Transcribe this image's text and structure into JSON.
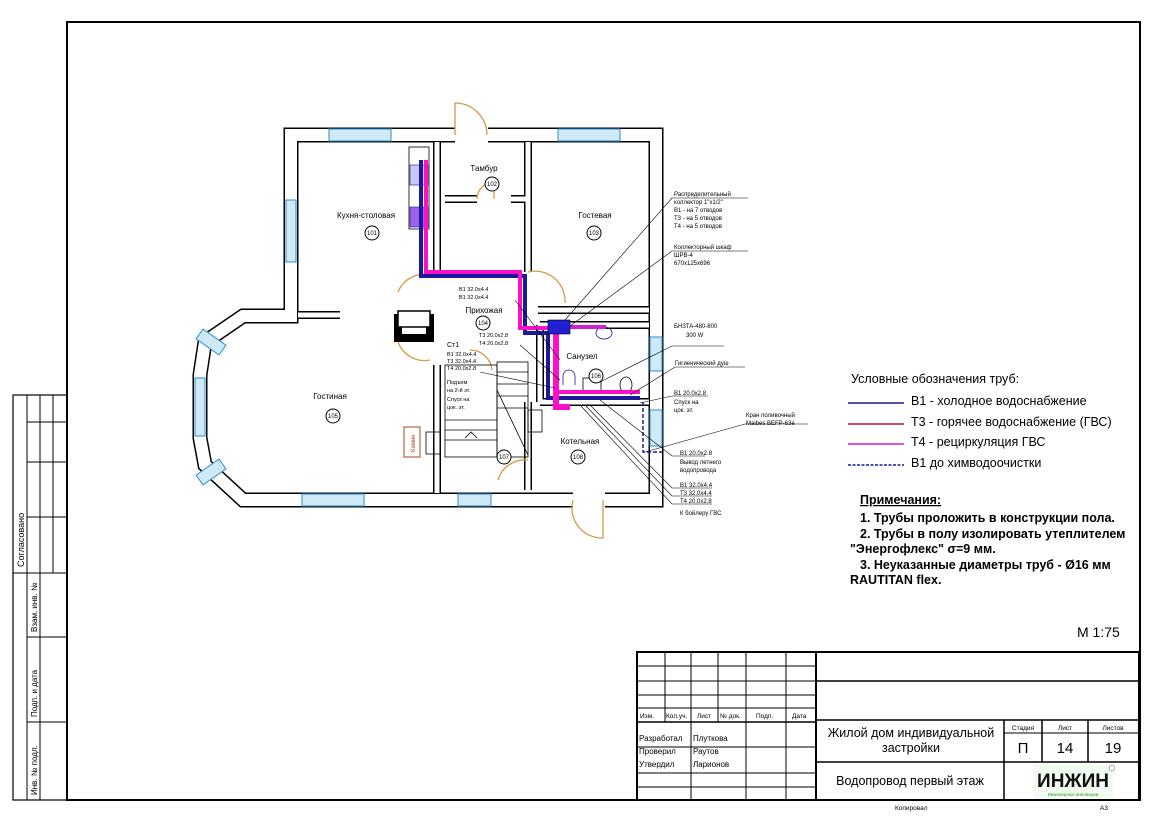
{
  "rooms": [
    {
      "name": "Кухня-столовая",
      "num": "101"
    },
    {
      "name": "Тамбур",
      "num": "102"
    },
    {
      "name": "Гостевая",
      "num": "103"
    },
    {
      "name": "Прихожая",
      "num": "104"
    },
    {
      "name": "Гостиная",
      "num": "105"
    },
    {
      "name": "Санузел",
      "num": "106"
    },
    {
      "name": "",
      "num": "107"
    },
    {
      "name": "Котельная",
      "num": "108"
    }
  ],
  "fireplace": "Камин",
  "stair_note": [
    "Подъем",
    "на 2-й эт.",
    "Спуск на",
    "цок. эт."
  ],
  "riser": {
    "name": "Ст1",
    "lines": [
      "В1 32.0х4.4",
      "Т3 32.0х4.4",
      "Т4 20.0х2.8"
    ]
  },
  "hall_labels": [
    "В1 32.0х4.4",
    "В1 32.0х4.4",
    "Т3 20.0х2.8",
    "Т4 20.0х2.8"
  ],
  "callouts": {
    "collector": [
      "Распределительный",
      "коллектор 1\"х1/2\"",
      "В1 - на 7 отводов",
      "Т3 - на 5 отводов",
      "Т4 - на 5 отводов"
    ],
    "cabinet": [
      "Коллекторный шкаф",
      "ШРВ-4",
      "670х125х696"
    ],
    "towel": [
      "БНЗТА-480-800",
      "300 W"
    ],
    "shower": [
      "Гигиенический душ"
    ],
    "down": [
      "В1 20.0х2.8",
      "Спуск на",
      "цок. эт."
    ],
    "tap": [
      "Кран поливочный",
      "Maibes BEFP-63e"
    ],
    "summer": [
      "В1 20.0х2.8",
      "Вывод летнего",
      "водопровода"
    ],
    "boiler": [
      "В1 32.0х4.4",
      "Т3 32.0х4.4",
      "Т4 20.0х2.8",
      "К бойлеру ГВС"
    ]
  },
  "legend": {
    "title": "Условные обозначения  труб:",
    "items": [
      {
        "label": "В1 - холодное водоснабжение",
        "color": "#1a1a9a",
        "dash": false
      },
      {
        "label": "Т3 - горячее водоснабжение (ГВС)",
        "color": "#c0102a",
        "dash": false
      },
      {
        "label": "Т4 - рециркуляция ГВС",
        "color": "#d020d0",
        "dash": false
      },
      {
        "label": "В1 до химводоочистки",
        "color": "#1a1a9a",
        "dash": true
      }
    ]
  },
  "notes": {
    "title": "Примечания:",
    "lines": [
      "1. Трубы проложить в конструкции пола.",
      "2. Трубы в полу изолировать утеплителем",
      "\"Энергофлекс\" σ=9 мм.",
      "3. Неуказанные диаметры труб - Ø16 мм",
      "RAUTITAN flex."
    ]
  },
  "scale": "М 1:75",
  "title_block": {
    "headers": [
      "Изм.",
      "Кол.уч.",
      "Лист",
      "№ док.",
      "Подп.",
      "Дата"
    ],
    "roles": [
      {
        "role": "Разработал",
        "name": "Плуткова"
      },
      {
        "role": "Проверил",
        "name": "Раутов"
      },
      {
        "role": "Утвердил",
        "name": "Ларионов"
      }
    ],
    "project": [
      "Жилой дом индивидуальной",
      "застройки"
    ],
    "sheet_title": "Водопровод первый этаж",
    "stage_label": "Стадия",
    "stage": "П",
    "sheet_label": "Лист",
    "sheet": "14",
    "sheets_label": "Листов",
    "sheets": "19",
    "logo": "ИНЖИН",
    "logo_sub": "Инженерные инновации",
    "copied": "Копировал",
    "format": "А3"
  },
  "side_stamp": {
    "agreed": "Согласовано",
    "labels": [
      "Взам. инв. №",
      "Подп. и дата",
      "Инв. № подл."
    ]
  },
  "colors": {
    "cold": "#1a1a9a",
    "hot": "#c0102a",
    "recirc": "#ff10c8",
    "window": "#2a8fd0",
    "door": "#d29a4a"
  }
}
